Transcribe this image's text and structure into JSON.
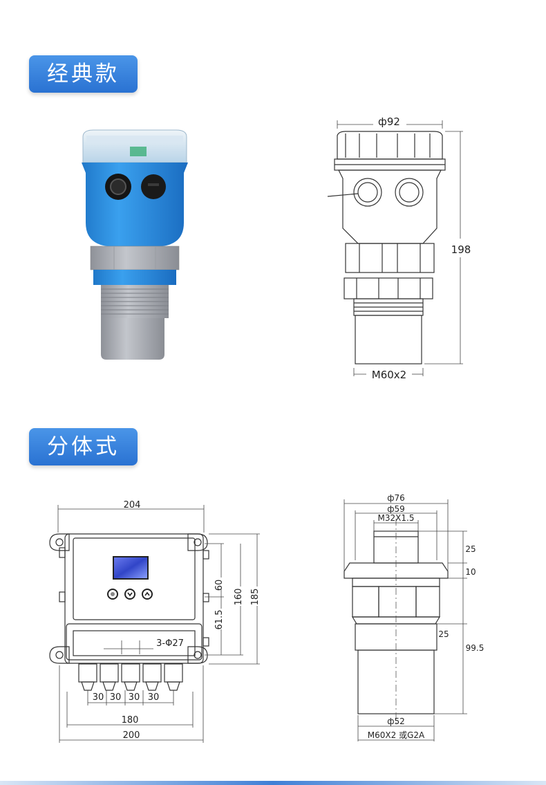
{
  "sections": [
    {
      "title": "经典款"
    },
    {
      "title": "分体式"
    }
  ],
  "classic_drawing": {
    "diameter_top": "ф92",
    "height": "198",
    "thread": "M60x2"
  },
  "controller_drawing": {
    "width_top": "204",
    "dim_60": "60",
    "dim_61_5": "61.5",
    "dim_160": "160",
    "dim_185": "185",
    "holes": "3-Φ27",
    "spacing": [
      "30",
      "30",
      "30",
      "30"
    ],
    "dim_180": "180",
    "dim_200": "200"
  },
  "sensor_drawing": {
    "dia_76": "ф76",
    "dia_59": "ф59",
    "thread_top": "M32X1.5",
    "dim_25_top": "25",
    "dim_10": "10",
    "dim_25_mid": "25",
    "dim_99_5": "99.5",
    "dia_52": "ф52",
    "thread_bottom": "M60X2 或G2A"
  },
  "colors": {
    "badge": "#2f78d6",
    "sensor_body": "#2d8fe0",
    "sensor_grey": "#a9acb3",
    "lcd": "#3a57d8"
  }
}
